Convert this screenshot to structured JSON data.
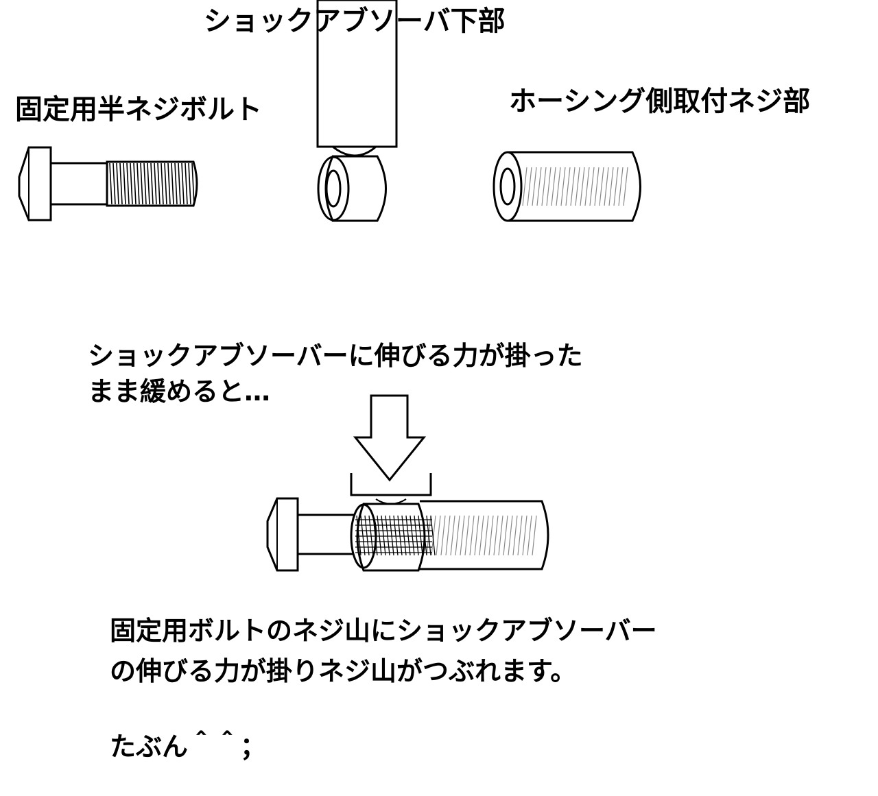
{
  "labels": {
    "shock_bottom": "ショックアブソーバ下部",
    "half_thread_bolt": "固定用半ネジボルト",
    "housing_thread": "ホーシング側取付ネジ部",
    "caption_1": "ショックアブソーバーに伸びる力が掛った",
    "caption_2": "まま緩めると…",
    "result_1": "固定用ボルトのネジ山にショックアブソーバー",
    "result_2": "の伸びる力が掛りネジ山がつぶれます。",
    "closing": "たぶん＾＾；"
  },
  "colors": {
    "line": "#000000",
    "background": "#ffffff",
    "thread_light": "#888888"
  }
}
